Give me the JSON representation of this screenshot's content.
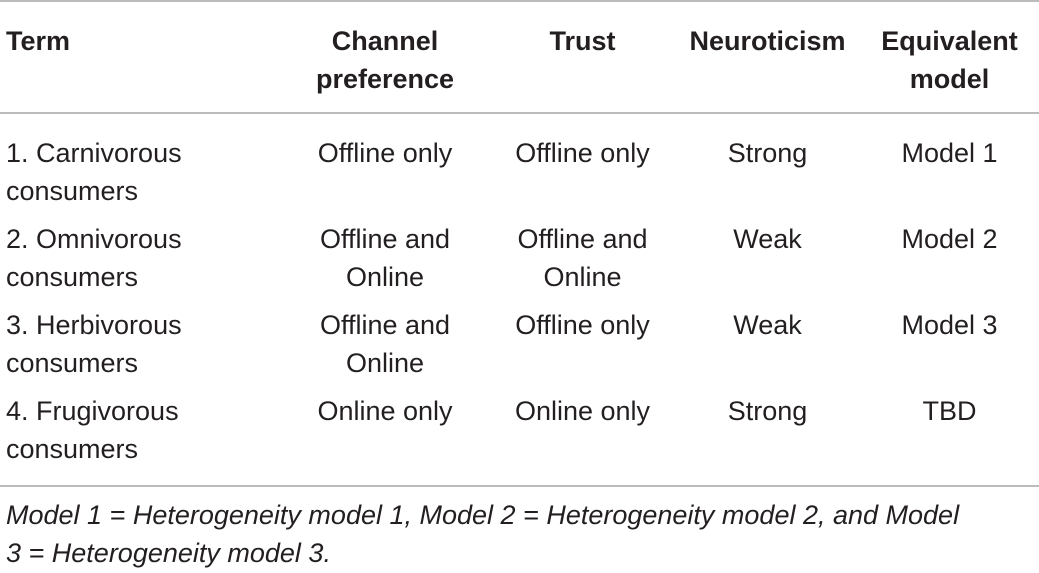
{
  "table": {
    "headers": {
      "term": "Term",
      "channel_line1": "Channel",
      "channel_line2": "preference",
      "trust": "Trust",
      "neuroticism": "Neuroticism",
      "equivalent_line1": "Equivalent",
      "equivalent_line2": "model"
    },
    "rows": [
      {
        "term_line1": "1. Carnivorous",
        "term_line2": "consumers",
        "channel_line1": "Offline only",
        "channel_line2": "",
        "trust_line1": "Offline only",
        "trust_line2": "",
        "neuroticism": "Strong",
        "equivalent": "Model 1"
      },
      {
        "term_line1": "2. Omnivorous",
        "term_line2": "consumers",
        "channel_line1": "Offline and",
        "channel_line2": "Online",
        "trust_line1": "Offline and",
        "trust_line2": "Online",
        "neuroticism": "Weak",
        "equivalent": "Model 2"
      },
      {
        "term_line1": "3. Herbivorous",
        "term_line2": "consumers",
        "channel_line1": "Offline and",
        "channel_line2": "Online",
        "trust_line1": "Offline only",
        "trust_line2": "",
        "neuroticism": "Weak",
        "equivalent": "Model 3"
      },
      {
        "term_line1": "4. Frugivorous",
        "term_line2": "consumers",
        "channel_line1": "Online only",
        "channel_line2": "",
        "trust_line1": "Online only",
        "trust_line2": "",
        "neuroticism": "Strong",
        "equivalent": "TBD"
      }
    ]
  },
  "footnote": {
    "line1": "Model 1 = Heterogeneity model 1, Model 2 = Heterogeneity model 2, and Model",
    "line2": "3 = Heterogeneity model 3."
  }
}
